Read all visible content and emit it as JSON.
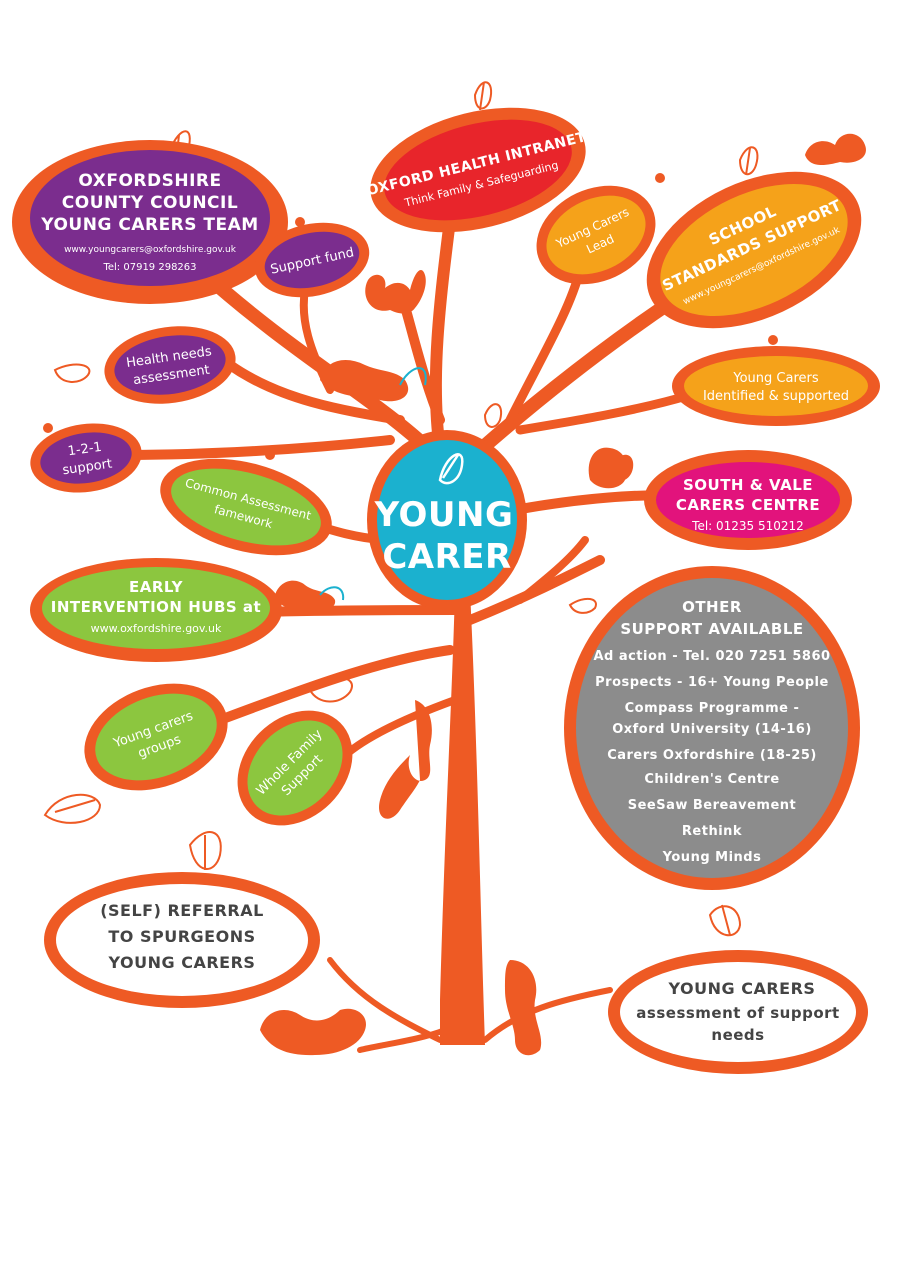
{
  "colors": {
    "trunk": "#ee5a24",
    "purple": "#7b2d8e",
    "red": "#e8252b",
    "amber": "#f5a21a",
    "magenta": "#e2137c",
    "green": "#8cc63f",
    "teal": "#1bb1cf",
    "grey": "#8c8c8c",
    "white": "#ffffff"
  },
  "center": {
    "line1": "YOUNG",
    "line2": "CARER"
  },
  "oxfordshire": {
    "line1": "OXFORDSHIRE",
    "line2": "COUNTY COUNCIL",
    "line3": "YOUNG CARERS TEAM",
    "email": "www.youngcarers@oxfordshire.gov.uk",
    "tel": "Tel: 07919 298263"
  },
  "support_fund": "Support fund",
  "health_needs": {
    "line1": "Health needs",
    "line2": "assessment"
  },
  "one_to_one": {
    "line1": "1-2-1",
    "line2": "support"
  },
  "common_assessment": {
    "line1": "Common Assessment",
    "line2": "famework"
  },
  "early_intervention": {
    "line1": "EARLY",
    "line2": "INTERVENTION HUBS at",
    "url": "www.oxfordshire.gov.uk"
  },
  "young_carers_groups": {
    "line1": "Young carers",
    "line2": "groups"
  },
  "whole_family": {
    "line1": "Whole Family",
    "line2": "Support"
  },
  "oxford_health": {
    "line1": "OXFORD HEALTH INTRANET",
    "line2": "Think Family & Safeguarding"
  },
  "young_carers_lead": {
    "line1": "Young Carers",
    "line2": "Lead"
  },
  "school_standards": {
    "line1": "SCHOOL",
    "line2": "STANDARDS SUPPORT",
    "email": "www.youngcarers@oxfordshire.gov.uk"
  },
  "identified": {
    "line1": "Young Carers",
    "line2": "Identified & supported"
  },
  "south_vale": {
    "line1": "SOUTH & VALE",
    "line2": "CARERS CENTRE",
    "tel": "Tel: 01235 510212"
  },
  "other_support": {
    "title1": "OTHER",
    "title2": "SUPPORT AVAILABLE",
    "items": [
      "Ad action - Tel. 020 7251 5860",
      "Prospects - 16+ Young People",
      "Compass Programme -",
      "Oxford University (14-16)",
      "Carers Oxfordshire (18-25)",
      "Children's Centre",
      "SeeSaw Bereavement",
      "Rethink",
      "Young Minds"
    ]
  },
  "self_referral": {
    "line1": "(SELF) REFERRAL",
    "line2": "TO SPURGEONS",
    "line3": "YOUNG CARERS"
  },
  "assessment": {
    "line1": "YOUNG CARERS",
    "line2": "assessment of support",
    "line3": "needs"
  }
}
